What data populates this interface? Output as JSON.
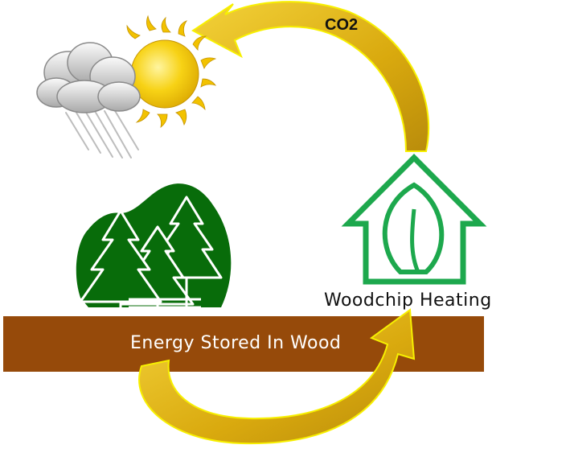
{
  "labels": {
    "co2": "CO2",
    "heating": "Woodchip Heating",
    "ground": "Energy Stored In Wood"
  },
  "colors": {
    "ground": "#964A0A",
    "arrow_fill": "#D4A017",
    "arrow_edge": "#F7F000",
    "forest": "#086C0A",
    "house": "#1DA84D",
    "sun": "#F2C200",
    "cloud": "#C8C8C8"
  },
  "icons": [
    "weather-icon",
    "forest-icon",
    "house-leaf-icon"
  ]
}
